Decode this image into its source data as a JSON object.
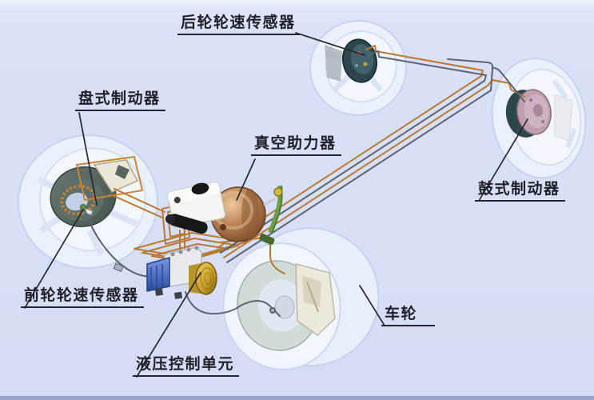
{
  "diagram_type": "automotive-abs-brake-system-cutaway",
  "background": {
    "base": "#d7dff7",
    "top_strip": "#edf1fc",
    "bottom_strip": "#9aa6cc"
  },
  "colors": {
    "brake_line": "#b87a33",
    "sensor_wire": "#5a6472",
    "leader_line": "#26262e",
    "label_text": "#1f1f28",
    "booster_copper": "#b5784a",
    "hcu_motor_gold": "#caa02c",
    "hcu_ecu_blue": "#4a6cc0",
    "disc_rotor_slate": "#56665f",
    "drum_face_mauve": "#c0a0b0",
    "hub_teal": "#2c474c",
    "pedal_green": "#6f9e4a",
    "ghost_wheel": "#eef3fc"
  },
  "labels": {
    "rear_wheel_speed_sensor": "后轮轮速传感器",
    "disc_brake": "盘式制动器",
    "vacuum_booster": "真空助力器",
    "drum_brake": "鼓式制动器",
    "front_wheel_speed_sensor": "前轮轮速传感器",
    "hydraulic_control_unit": "液压控制单元",
    "wheel": "车轮"
  }
}
